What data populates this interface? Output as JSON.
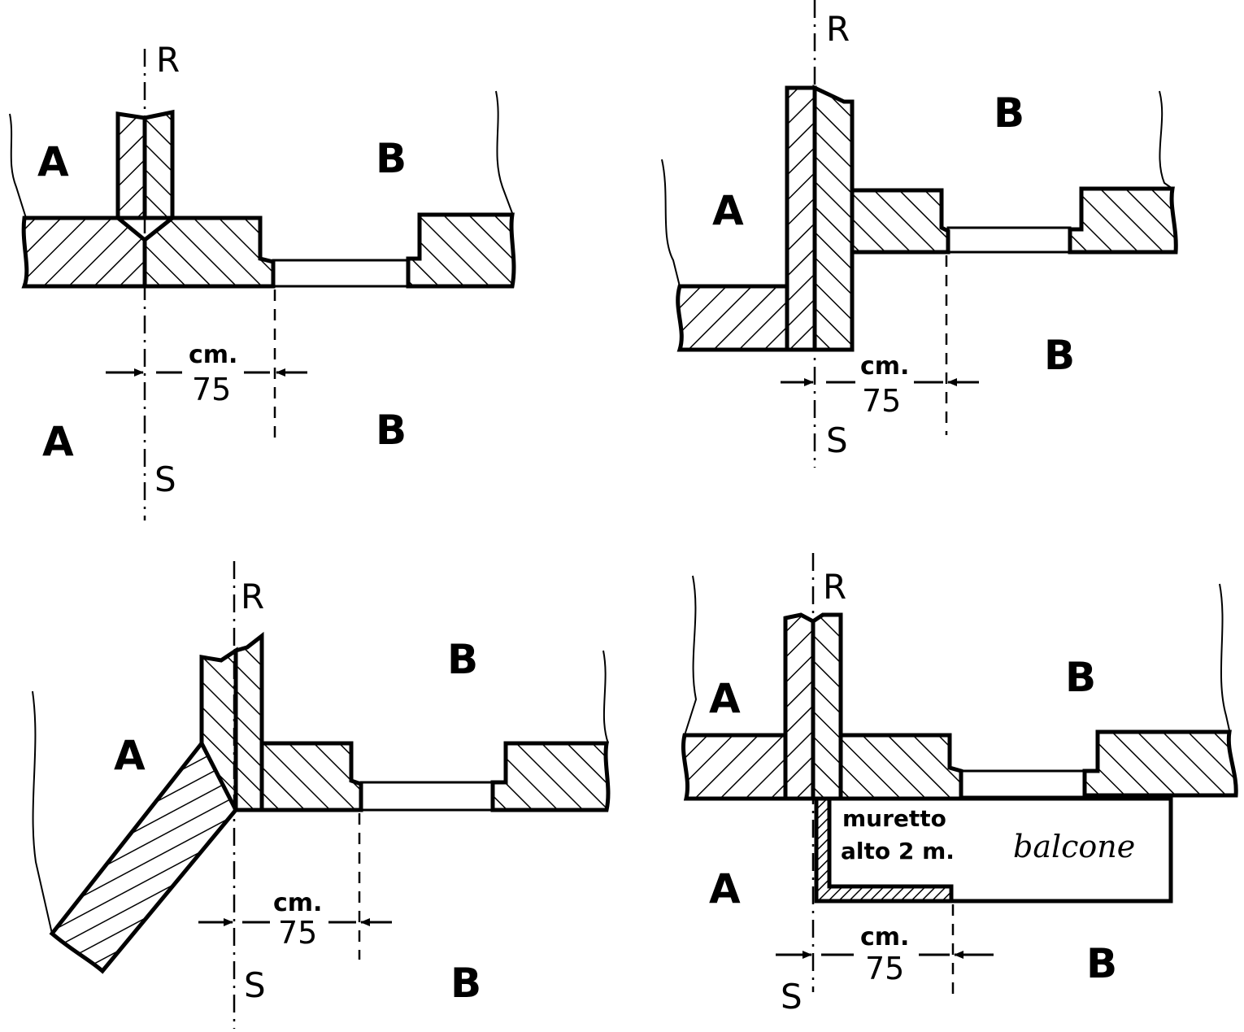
{
  "labels": {
    "side_a": "A",
    "side_b": "B",
    "axis_top": "R",
    "axis_bottom": "S",
    "distance_unit": "cm.",
    "distance_value": "75",
    "parapet_line1": "muretto",
    "parapet_line2": "alto 2 m.",
    "balcony": "balcone"
  },
  "colors": {
    "ink": "#000000",
    "paper": "#ffffff"
  }
}
